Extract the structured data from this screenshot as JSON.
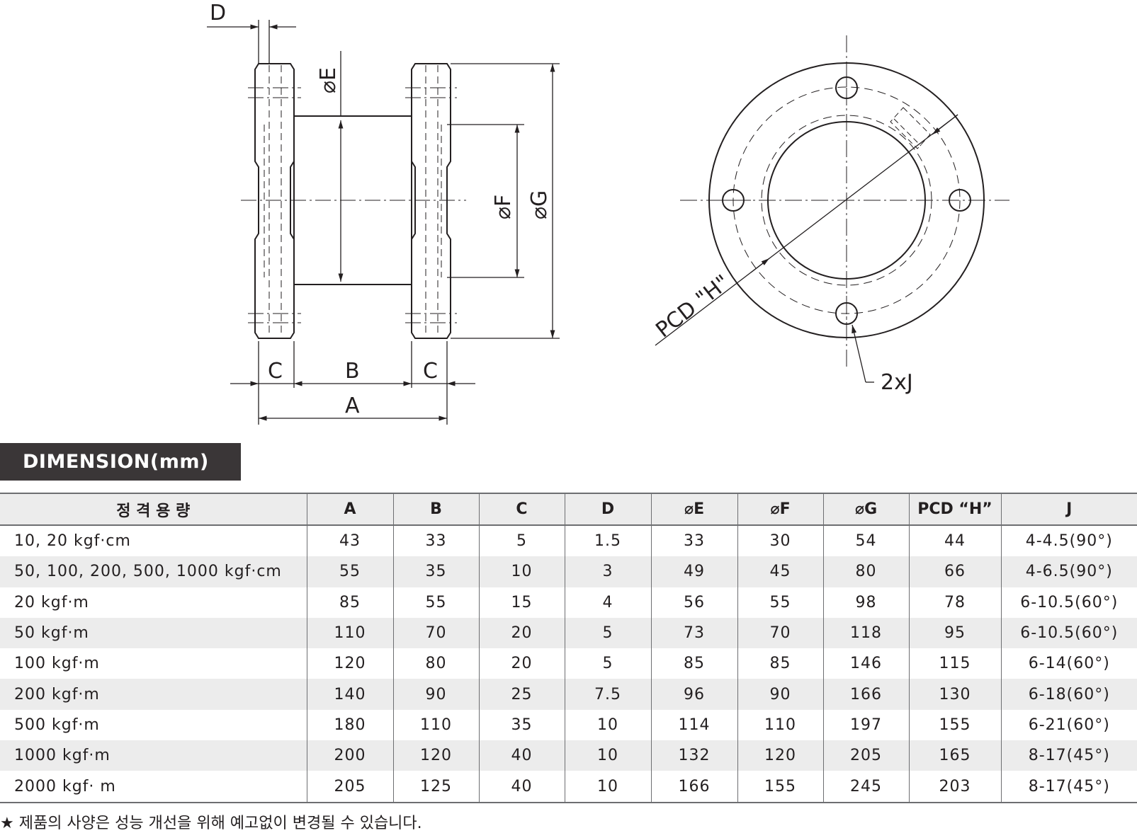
{
  "drawing": {
    "labels": {
      "D_top": "D",
      "E": "⌀E",
      "F": "⌀F",
      "G": "⌀G",
      "C_left": "C",
      "B": "B",
      "C_right": "C",
      "A": "A",
      "pcd": "PCD \"H\"",
      "holes": "2xJ"
    }
  },
  "section_title": "DIMENSION(mm)",
  "table": {
    "headers": [
      "정 격 용 량",
      "A",
      "B",
      "C",
      "D",
      "⌀E",
      "⌀F",
      "⌀G",
      "PCD “H”",
      "J"
    ],
    "rows": [
      [
        "10, 20 kgf·cm",
        "43",
        "33",
        "5",
        "1.5",
        "33",
        "30",
        "54",
        "44",
        "4-4.5(90°)"
      ],
      [
        "50, 100, 200, 500, 1000 kgf·cm",
        "55",
        "35",
        "10",
        "3",
        "49",
        "45",
        "80",
        "66",
        "4-6.5(90°)"
      ],
      [
        "20 kgf·m",
        "85",
        "55",
        "15",
        "4",
        "56",
        "55",
        "98",
        "78",
        "6-10.5(60°)"
      ],
      [
        "50 kgf·m",
        "110",
        "70",
        "20",
        "5",
        "73",
        "70",
        "118",
        "95",
        "6-10.5(60°)"
      ],
      [
        "100 kgf·m",
        "120",
        "80",
        "20",
        "5",
        "85",
        "85",
        "146",
        "115",
        "6-14(60°)"
      ],
      [
        "200 kgf·m",
        "140",
        "90",
        "25",
        "7.5",
        "96",
        "90",
        "166",
        "130",
        "6-18(60°)"
      ],
      [
        "500 kgf·m",
        "180",
        "110",
        "35",
        "10",
        "114",
        "110",
        "197",
        "155",
        "6-21(60°)"
      ],
      [
        "1000 kgf·m",
        "200",
        "120",
        "40",
        "10",
        "132",
        "120",
        "205",
        "165",
        "8-17(45°)"
      ],
      [
        "2000 kgf· m",
        "205",
        "125",
        "40",
        "10",
        "166",
        "155",
        "245",
        "203",
        "8-17(45°)"
      ]
    ]
  },
  "note": "★ 제품의 사양은 성능 개선을 위해 예고없이 변경될 수 있습니다."
}
